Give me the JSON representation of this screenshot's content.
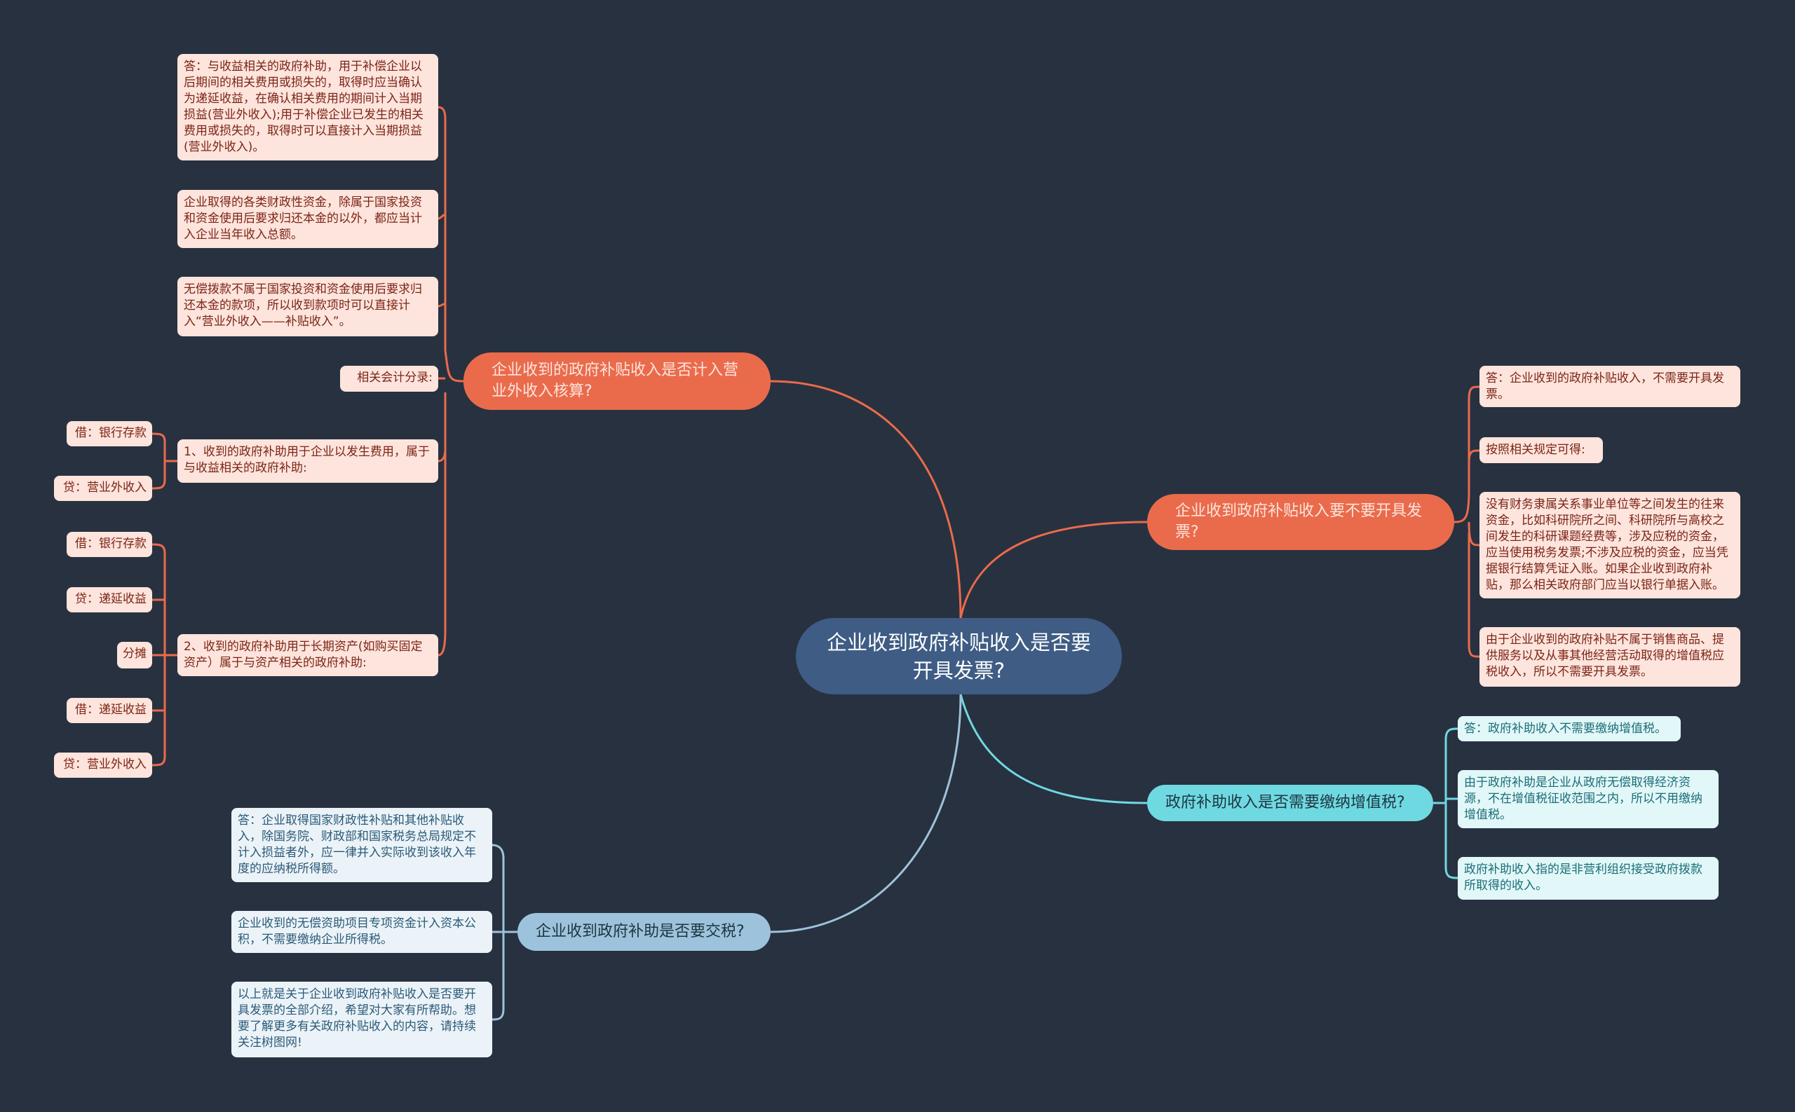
{
  "center": {
    "title": "企业收到政府补贴收入是否要开具发票?"
  },
  "colors": {
    "background": "#28313f",
    "center": "#3e5c84",
    "orange": "#ea6b4c",
    "cyan": "#6fd9e2",
    "blue": "#9dc3dc"
  },
  "branch_accounting": {
    "title": "企业收到的政府补贴收入是否计入营业外收入核算?",
    "leaves": [
      "答：与收益相关的政府补助，用于补偿企业以后期间的相关费用或损失的，取得时应当确认为递延收益，在确认相关费用的期间计入当期损益(营业外收入);用于补偿企业已发生的相关费用或损失的，取得时可以直接计入当期损益(营业外收入)。",
      "企业取得的各类财政性资金，除属于国家投资和资金使用后要求归还本金的以外，都应当计入企业当年收入总额。",
      "无偿拨款不属于国家投资和资金使用后要求归还本金的款项，所以收到款项时可以直接计入“营业外收入——补贴收入”。",
      "相关会计分录:",
      "1、收到的政府补助用于企业以发生费用，属于与收益相关的政府补助:",
      "2、收到的政府补助用于长期资产(如购买固定资产）属于与资产相关的政府补助:"
    ],
    "entries_1": [
      "借：银行存款",
      "贷：营业外收入"
    ],
    "entries_2": [
      "借：银行存款",
      "贷：递延收益",
      "分摊",
      "借：递延收益",
      "贷：营业外收入"
    ]
  },
  "branch_invoice": {
    "title": "企业收到政府补贴收入要不要开具发票?",
    "leaves": [
      "答：企业收到的政府补贴收入，不需要开具发票。",
      "按照相关规定可得:",
      "没有财务隶属关系事业单位等之间发生的往来资金，比如科研院所之间、科研院所与高校之间发生的科研课题经费等，涉及应税的资金，应当使用税务发票;不涉及应税的资金，应当凭据银行结算凭证入账。如果企业收到政府补贴，那么相关政府部门应当以银行单据入账。",
      "由于企业收到的政府补贴不属于销售商品、提供服务以及从事其他经营活动取得的增值税应税收入，所以不需要开具发票。"
    ]
  },
  "branch_vat": {
    "title": "政府补助收入是否需要缴纳增值税?",
    "leaves": [
      "答：政府补助收入不需要缴纳增值税。",
      "由于政府补助是企业从政府无偿取得经济资源，不在增值税征收范围之内，所以不用缴纳增值税。",
      "政府补助收入指的是非营利组织接受政府拨款所取得的收入。"
    ]
  },
  "branch_tax": {
    "title": "企业收到政府补助是否要交税?",
    "leaves": [
      "答：企业取得国家财政性补贴和其他补贴收入，除国务院、财政部和国家税务总局规定不计入损益者外，应一律并入实际收到该收入年度的应纳税所得额。",
      "企业收到的无偿资助项目专项资金计入资本公积，不需要缴纳企业所得税。",
      "以上就是关于企业收到政府补贴收入是否要开具发票的全部介绍，希望对大家有所帮助。想要了解更多有关政府补贴收入的内容，请持续关注树图网!"
    ]
  }
}
